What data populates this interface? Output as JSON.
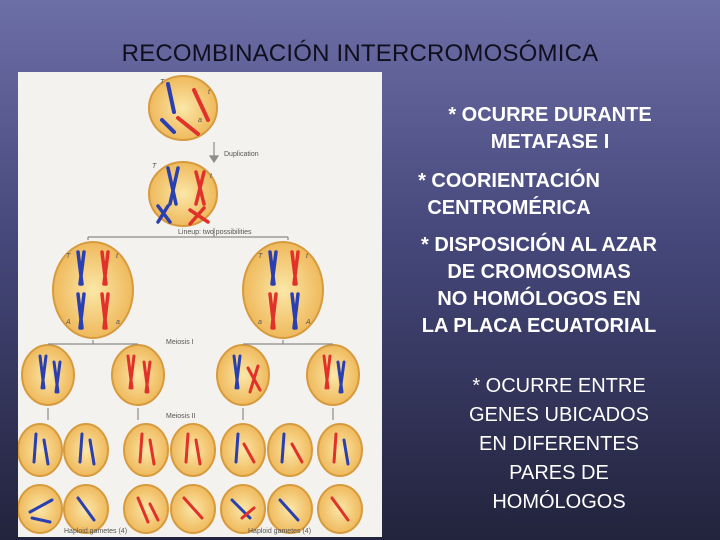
{
  "slide": {
    "title": "RECOMBINACIÓN INTERCROMOSÓMICA",
    "bullets": [
      {
        "lines": [
          "* OCURRE DURANTE",
          "METAFASE I"
        ]
      },
      {
        "lines": [
          "* COORIENTACIÓN",
          "CENTROMÉRICA"
        ]
      },
      {
        "lines": [
          "* DISPOSICIÓN AL AZAR",
          "DE CROMOSOMAS",
          "NO HOMÓLOGOS EN",
          "LA PLACA ECUATORIAL"
        ]
      },
      {
        "lines": [
          "* OCURRE ENTRE",
          "GENES UBICADOS",
          "EN DIFERENTES",
          "PARES DE",
          "HOMÓLOGOS"
        ]
      }
    ]
  },
  "figure": {
    "labels": {
      "duplication": "Duplication",
      "lineup": "Lineup: two possibilities",
      "meiosis1": "Meiosis I",
      "meiosis2": "Meiosis II",
      "gametes_left": "Haploid gametes (4)",
      "gametes_right": "Haploid gametes (4)"
    },
    "genes": {
      "T": "T",
      "t": "t",
      "A": "A",
      "a": "a"
    },
    "colors": {
      "blue": "#2a3fb0",
      "red": "#e0312a",
      "cell_fill": "#f7d27c",
      "cell_edge": "#d9a247",
      "arrow": "#8c8c8c"
    }
  }
}
